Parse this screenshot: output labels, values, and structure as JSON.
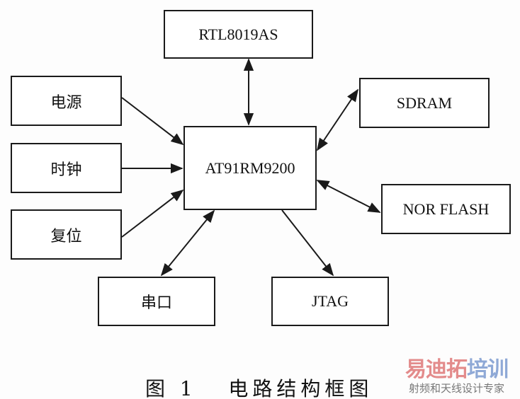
{
  "nodes": {
    "rtl": "RTL8019AS",
    "power": "电源",
    "clock": "时钟",
    "reset": "复位",
    "cpu": "AT91RM9200",
    "sdram": "SDRAM",
    "norflash": "NOR FLASH",
    "serial": "串口",
    "jtag": "JTAG"
  },
  "caption": "图 1   电路结构框图",
  "watermark": {
    "brand_red": "易迪拓",
    "brand_blue": "培训",
    "subtitle": "射频和天线设计专家"
  },
  "colors": {
    "line": "#1a1a1a",
    "watermark_red": "#e38b8b",
    "watermark_blue": "#8fa9d6"
  }
}
